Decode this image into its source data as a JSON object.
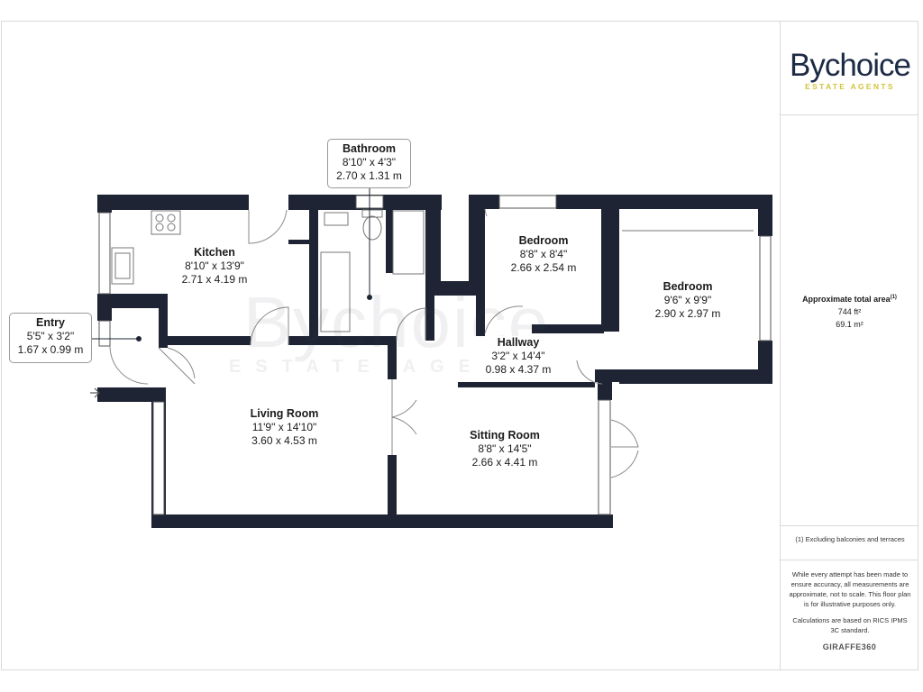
{
  "brand": {
    "name": "Bychoice",
    "subtitle": "ESTATE AGENTS"
  },
  "watermark": {
    "name": "Bychoice",
    "subtitle": "ESTATE AGENTS"
  },
  "rooms": [
    {
      "id": "kitchen",
      "name": "Kitchen",
      "imperial": "8'10\" x 13'9\"",
      "metric": "2.71 x 4.19 m"
    },
    {
      "id": "bathroom",
      "name": "Bathroom",
      "imperial": "8'10\" x 4'3\"",
      "metric": "2.70 x 1.31 m"
    },
    {
      "id": "bedroom-1",
      "name": "Bedroom",
      "imperial": "8'8\" x 8'4\"",
      "metric": "2.66 x 2.54 m"
    },
    {
      "id": "bedroom-2",
      "name": "Bedroom",
      "imperial": "9'6\" x 9'9\"",
      "metric": "2.90 x 2.97 m"
    },
    {
      "id": "entry",
      "name": "Entry",
      "imperial": "5'5\" x 3'2\"",
      "metric": "1.67 x 0.99 m"
    },
    {
      "id": "hallway",
      "name": "Hallway",
      "imperial": "3'2\" x 14'4\"",
      "metric": "0.98 x 4.37 m"
    },
    {
      "id": "living-room",
      "name": "Living Room",
      "imperial": "11'9\" x 14'10\"",
      "metric": "3.60 x 4.53 m"
    },
    {
      "id": "sitting-room",
      "name": "Sitting Room",
      "imperial": "8'8\" x 14'5\"",
      "metric": "2.66 x 4.41 m"
    }
  ],
  "area": {
    "title": "Approximate total area",
    "footnote_mark": "(1)",
    "imperial": "744 ft²",
    "metric": "69.1 m²"
  },
  "notes": {
    "exclusion": "(1) Excluding balconies and terraces",
    "disclaimer": "While every attempt has been made to ensure accuracy, all measurements are approximate, not to scale. This floor plan is for illustrative purposes only.",
    "calculation": "Calculations are based on RICS IPMS 3C standard.",
    "credit": "GIRAFFE360"
  },
  "colors": {
    "wall": "#1e2433",
    "brand_navy": "#1d2b45",
    "brand_gold": "#d4c33a"
  }
}
